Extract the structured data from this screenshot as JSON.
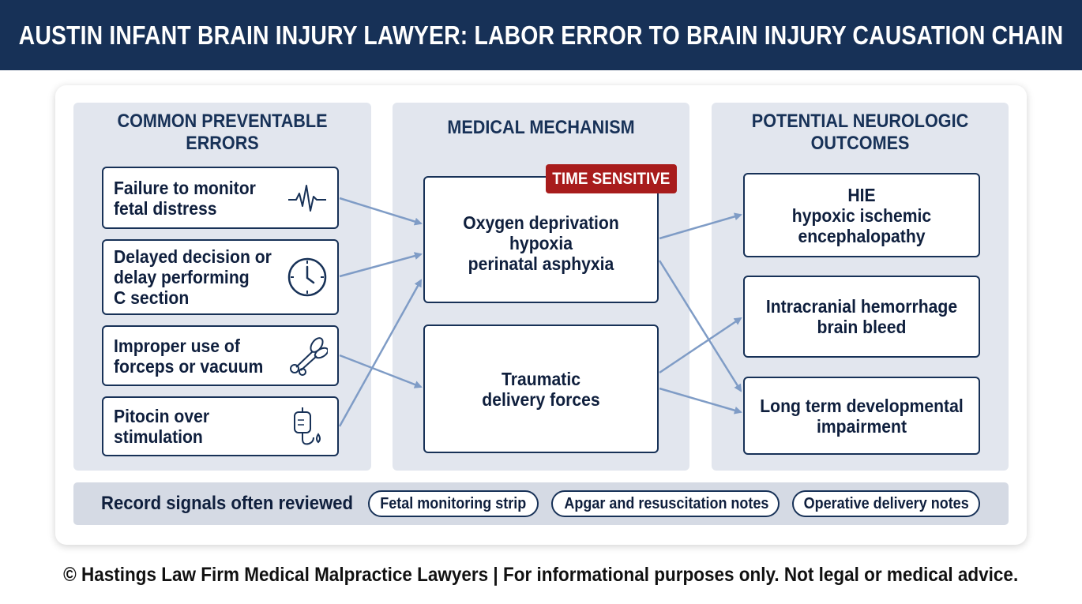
{
  "header": {
    "title": "AUSTIN INFANT BRAIN INJURY LAWYER: LABOR ERROR TO BRAIN INJURY CAUSATION CHAIN"
  },
  "columns": {
    "errors": {
      "title": "COMMON PREVENTABLE\nERRORS",
      "items": [
        {
          "text": "Failure to monitor\nfetal distress",
          "icon": "heartbeat-icon"
        },
        {
          "text": "Delayed decision or\ndelay performing\nC section",
          "icon": "clock-icon"
        },
        {
          "text": "Improper use of\nforceps or vacuum",
          "icon": "forceps-icon"
        },
        {
          "text": "Pitocin over\nstimulation",
          "icon": "iv-drip-icon"
        }
      ]
    },
    "mechanism": {
      "title": "MEDICAL MECHANISM",
      "badge": "TIME SENSITIVE",
      "items": [
        {
          "text": "Oxygen deprivation\nhypoxia\nperinatal asphyxia"
        },
        {
          "text": "Traumatic\ndelivery forces"
        }
      ]
    },
    "outcomes": {
      "title": "POTENTIAL NEUROLOGIC\nOUTCOMES",
      "items": [
        {
          "text": "HIE\nhypoxic ischemic\nencephalopathy"
        },
        {
          "text": "Intracranial hemorrhage\nbrain bleed"
        },
        {
          "text": "Long term developmental\nimpairment"
        }
      ]
    }
  },
  "records": {
    "label": "Record signals often reviewed",
    "pills": [
      "Fetal monitoring strip",
      "Apgar and resuscitation notes",
      "Operative delivery notes"
    ]
  },
  "footer": {
    "text": "© Hastings Law Firm Medical Malpractice Lawyers | For informational purposes only. Not legal or medical advice."
  },
  "colors": {
    "navy": "#173157",
    "panel": "#e2e6ee",
    "badge_red": "#a81c1c",
    "arrow": "#7f9cc6"
  }
}
